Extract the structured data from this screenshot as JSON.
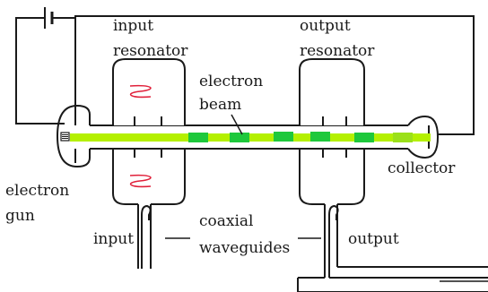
{
  "labels": {
    "input_resonator_line1": "input",
    "input_resonator_line2": "resonator",
    "output_resonator_line1": "output",
    "output_resonator_line2": "resonator",
    "electron_beam_line1": "electron",
    "electron_beam_line2": "beam",
    "electron_gun_line1": "electron",
    "electron_gun_line2": "gun",
    "collector": "collector",
    "input": "input",
    "output": "output",
    "coaxial_waveguides_line1": "coaxial",
    "coaxial_waveguides_line2": "waveguides"
  },
  "colors": {
    "line": "#1a1a1a",
    "beam": "#b4f000",
    "bunch": "#1ec83c",
    "rf_wave": "#e0203a"
  },
  "beam_bunches": 6
}
